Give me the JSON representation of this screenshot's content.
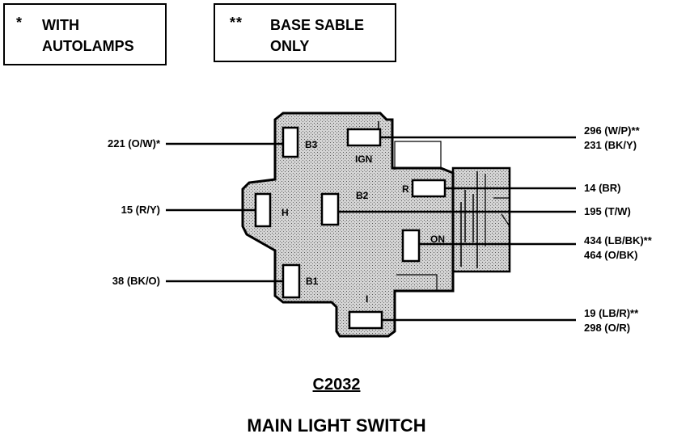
{
  "legend": [
    {
      "symbol": "*",
      "lines": [
        "WITH",
        "AUTOLAMPS"
      ]
    },
    {
      "symbol": "**",
      "lines": [
        "BASE SABLE",
        "ONLY"
      ]
    }
  ],
  "left_wires": [
    "221 (O/W)*",
    "15 (R/Y)",
    "38 (BK/O)"
  ],
  "right_wires": [
    {
      "lines": [
        "296 (W/P)**",
        "231 (BK/Y)"
      ]
    },
    {
      "lines": [
        "14 (BR)"
      ]
    },
    {
      "lines": [
        "195 (T/W)"
      ]
    },
    {
      "lines": [
        "434 (LB/BK)**",
        "464 (O/BK)"
      ]
    },
    {
      "lines": [
        "19 (LB/R)**",
        "298 (O/R)"
      ]
    }
  ],
  "terminals": [
    "B3",
    "IGN",
    "H",
    "B2",
    "R",
    "ON",
    "B1",
    "I"
  ],
  "connector_id": "C2032",
  "component_name": "MAIN LIGHT SWITCH",
  "colors": {
    "ink": "#000000",
    "fill": "#cfcfcf",
    "paper": "#ffffff"
  }
}
